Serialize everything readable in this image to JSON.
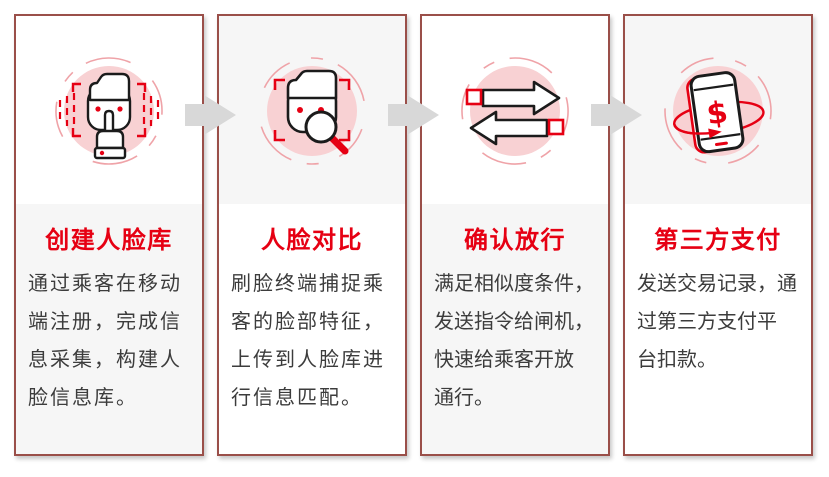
{
  "colors": {
    "accent_red": "#e60013",
    "card_border": "#9a4f49",
    "pink_circle": "#f8d1d3",
    "dashed_ring": "#efa3a8",
    "arrow_gray": "#d8d8d8",
    "body_text": "#3c3c3c",
    "section_gray": "#f6f6f6"
  },
  "steps": [
    {
      "icon": "face-registration-icon",
      "title": "创建人脸库",
      "body": "通过乘客在移动\n端注册，完成信\n息采集，构建人\n脸信息库。"
    },
    {
      "icon": "face-comparison-icon",
      "title": "人脸对比",
      "body": "刷脸终端捕捉乘\n客的脸部特征，\n上传到人脸库进\n行信息匹配。"
    },
    {
      "icon": "transfer-arrows-icon",
      "title": "确认放行",
      "body": "满足相似度条件，\n发送指令给闸机，\n快速给乘客开放\n通行。"
    },
    {
      "icon": "mobile-payment-icon",
      "title": "第三方支付",
      "body": "发送交易记录，通\n过第三方支付平\n台扣款。"
    }
  ],
  "arrows": {
    "count": 3,
    "meaning": "next-step"
  }
}
